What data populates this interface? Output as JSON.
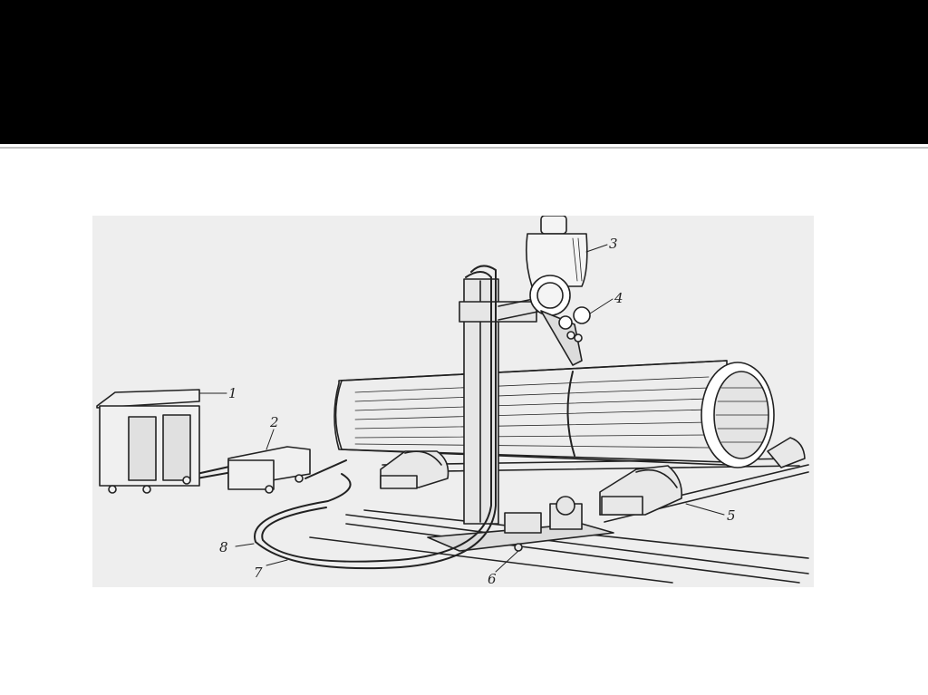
{
  "diagram": {
    "labels": [
      {
        "id": "1",
        "text": "1"
      },
      {
        "id": "2",
        "text": "2"
      },
      {
        "id": "3",
        "text": "3"
      },
      {
        "id": "4",
        "text": "4"
      },
      {
        "id": "5",
        "text": "5"
      },
      {
        "id": "6",
        "text": "6"
      },
      {
        "id": "7",
        "text": "7"
      },
      {
        "id": "8",
        "text": "8"
      }
    ]
  },
  "colors": {
    "top_bar": "#000000",
    "figure_background": "#eeeeee",
    "ink": "#222222"
  }
}
